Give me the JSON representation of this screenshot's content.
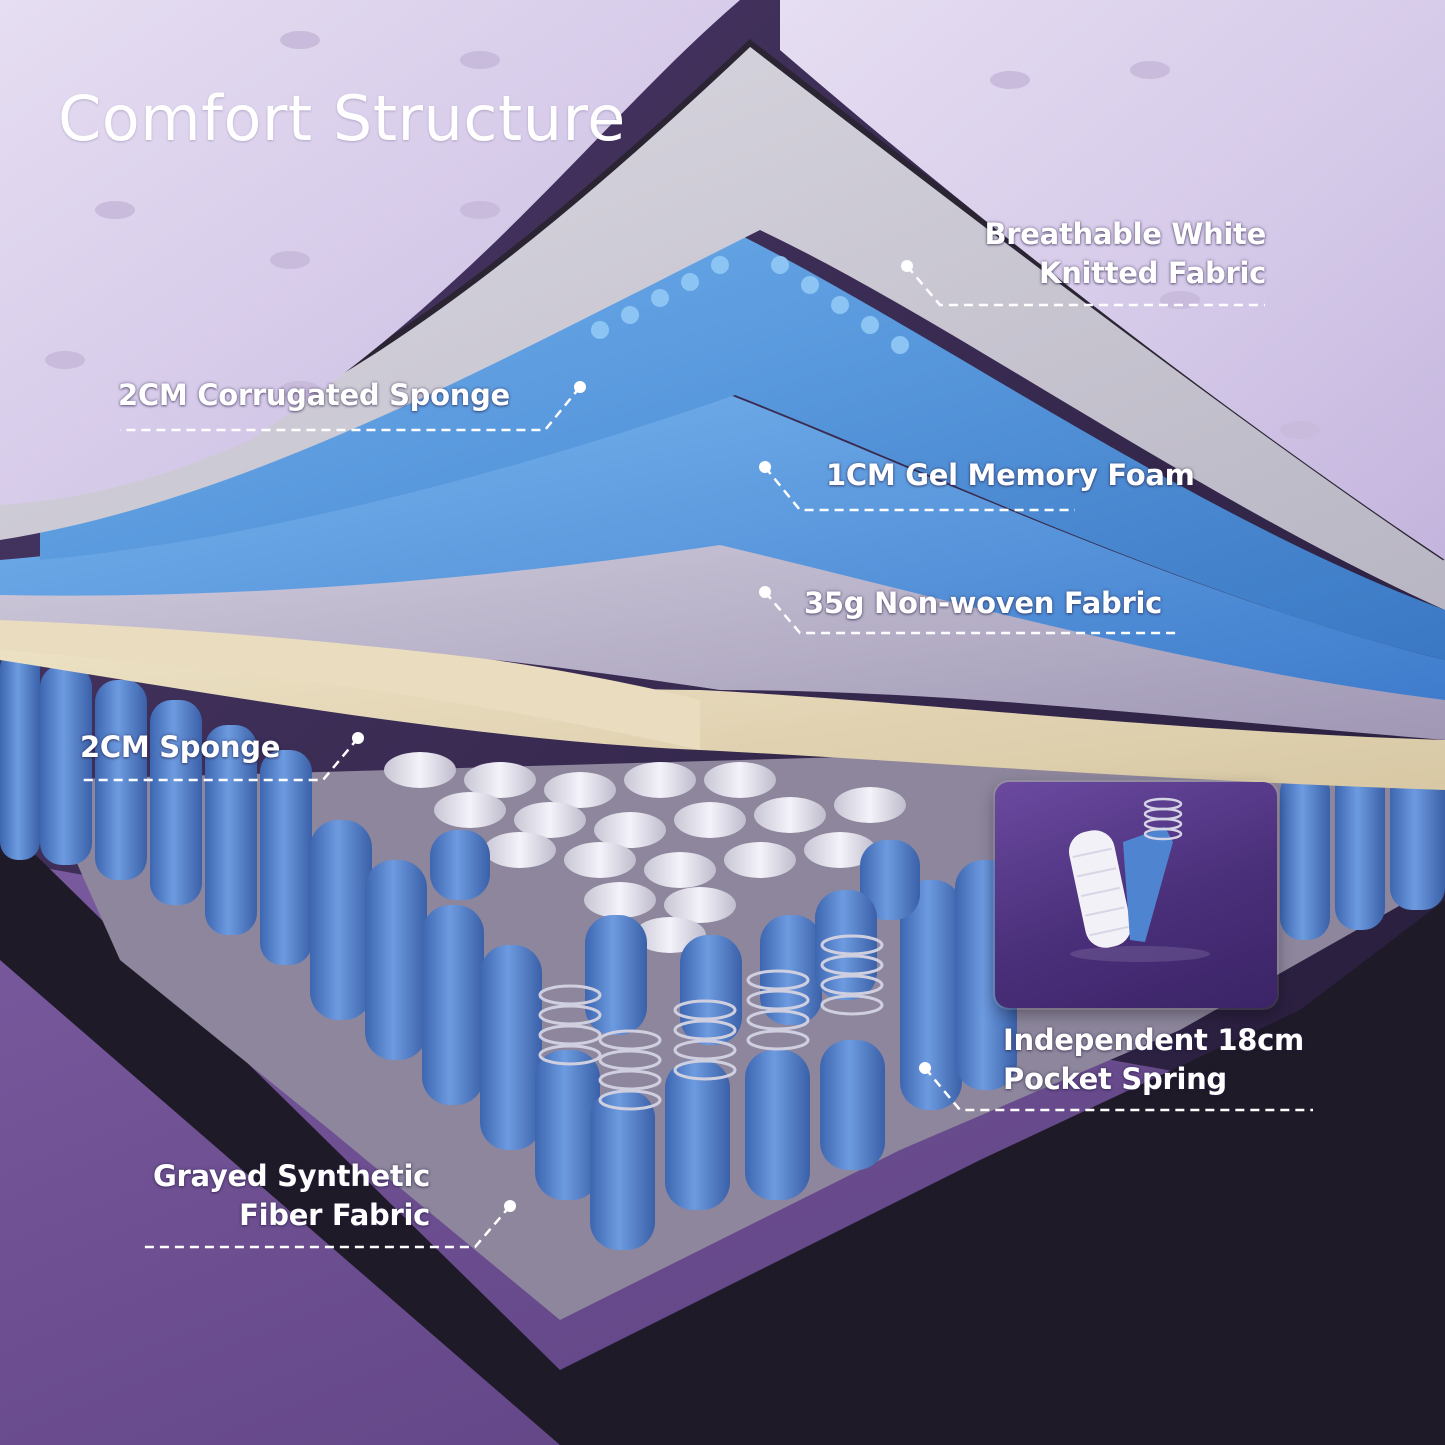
{
  "title": "Comfort Structure",
  "labels": {
    "knitted_fabric": [
      "Breathable White",
      "Knitted Fabric"
    ],
    "corrugated_sponge": "2CM Corrugated Sponge",
    "gel_memory_foam": "1CM Gel Memory Foam",
    "non_woven_fabric": "35g Non-woven Fabric",
    "sponge": "2CM Sponge",
    "pocket_spring": [
      "Independent 18cm",
      "Pocket Spring"
    ],
    "synthetic_fiber": [
      "Grayed Synthetic",
      "Fiber Fabric"
    ]
  },
  "colors": {
    "background": "#2a1f3d",
    "mattress_top": "#ddd2ec",
    "knit_underside": "#c9c6d2",
    "foam_blue": "#4a8fd6",
    "gel_blue": "#5b9ee0",
    "non_woven_gray": "#b8b2c6",
    "sponge_cream": "#e8dcc0",
    "spring_blue": "#4f7dc8",
    "spring_white": "#ecebf4",
    "frame": "#1f1a28",
    "floor": "#6a4f8c"
  }
}
